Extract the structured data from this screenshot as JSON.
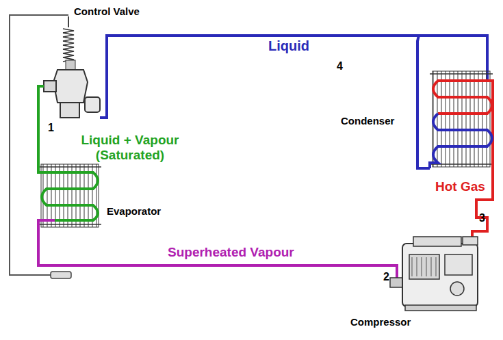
{
  "diagram": {
    "labels": [
      "Control Valve",
      "Liquid",
      "4",
      "Condenser",
      "1",
      "Liquid + Vapour (Saturated)",
      "Hot Gas",
      "Evaporator",
      "3",
      "Superheated Vapour",
      "2",
      "Compressor"
    ]
  }
}
